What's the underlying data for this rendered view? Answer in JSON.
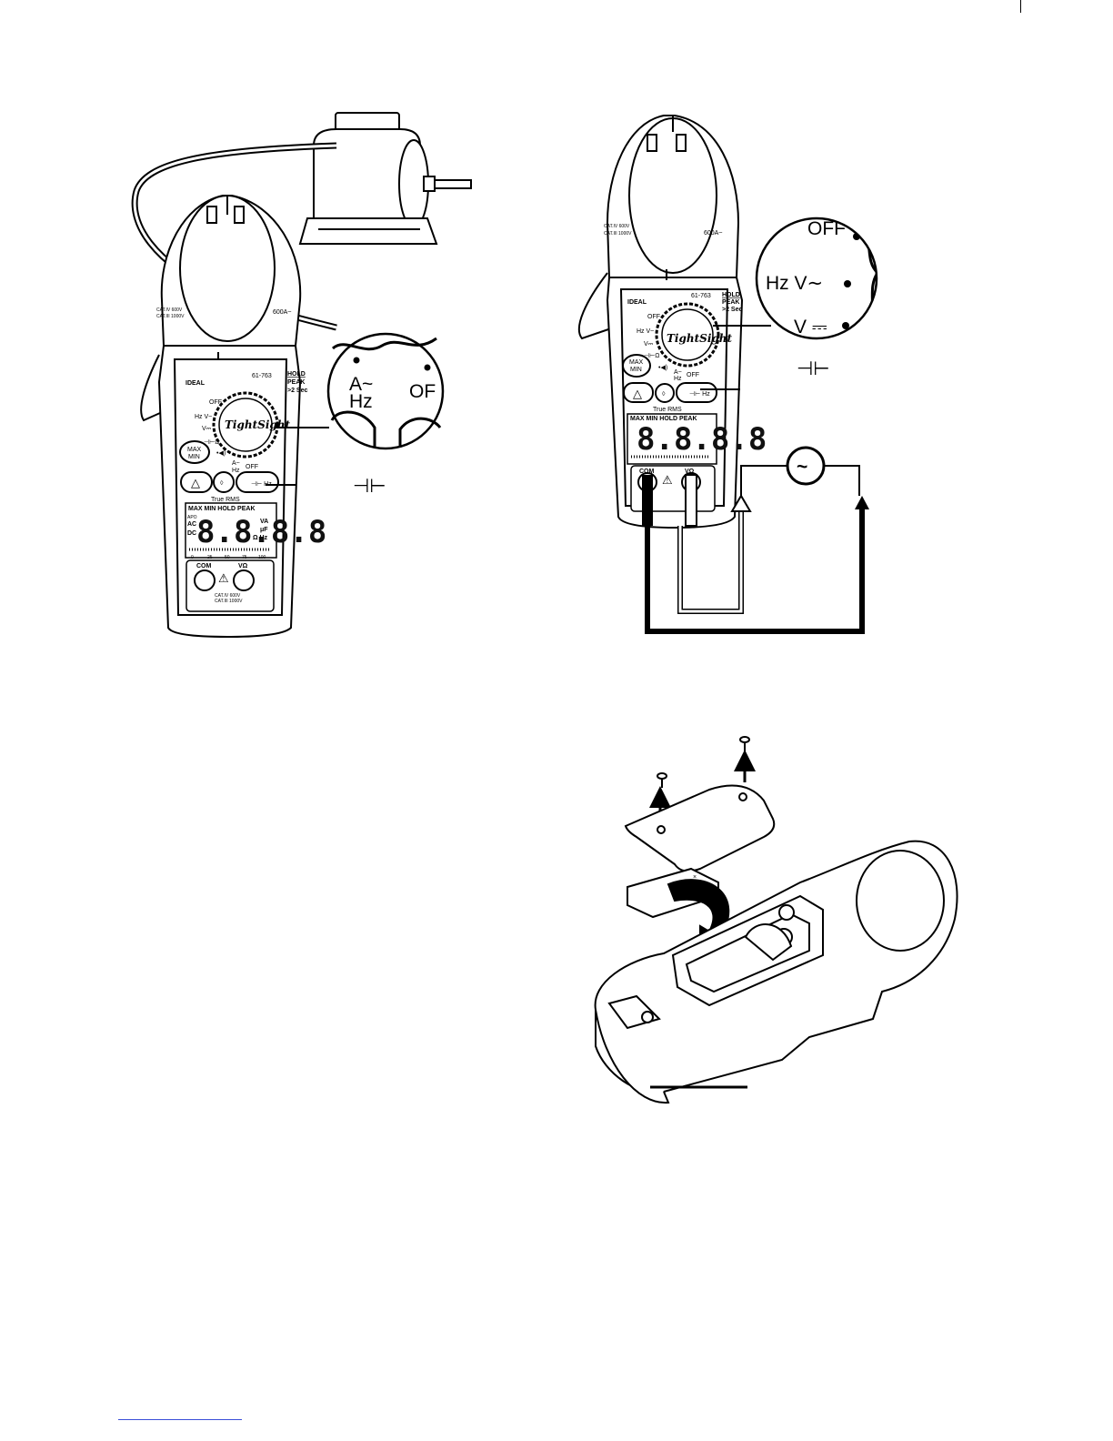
{
  "figure1": {
    "model": "61-763",
    "hold_peak": [
      "HOLD",
      "PEAK",
      ">2 Sec"
    ],
    "rotary_labels": [
      "OFF",
      "Hz V~",
      "V⎓",
      "⊣⊢Ω",
      "A~",
      "Hz",
      "OFF"
    ],
    "buttons": [
      "MAX",
      "MIN"
    ],
    "true_rms": "True RMS",
    "display_header": "MAX MIN HOLD PEAK",
    "lcd_text": "8.8.8.8",
    "mode_labels": [
      "APO",
      "AC",
      "DC"
    ],
    "unit_labels": [
      "VA",
      "μF",
      "Ω Hz"
    ],
    "bargraph_ticks": [
      "0",
      "25",
      "50",
      "75",
      "100"
    ],
    "jacks": [
      "COM",
      "VΩ"
    ],
    "cat_ratings": [
      "CAT.IV 600V",
      "CAT.III 1000V"
    ],
    "jaw_rating": "600A~",
    "dial_brand": "TightSight",
    "zoom_labels": [
      "A~",
      "Hz",
      "OF"
    ],
    "cap_symbol": "⊣⊢"
  },
  "figure2": {
    "model": "61-763",
    "hold_peak": [
      "HOLD",
      "PEAK",
      ">2 Sec"
    ],
    "jaw_rating": "600A~",
    "cat_ratings": [
      "CAT.IV 600V",
      "CAT.III 1000V"
    ],
    "rotary_labels": [
      "OFF",
      "Hz V~",
      "V⎓",
      "⊣⊢Ω",
      "A~",
      "Hz",
      "OFF"
    ],
    "buttons": [
      "MAX",
      "MIN"
    ],
    "true_rms": "True RMS",
    "display_header": "MAX MIN HOLD PEAK",
    "lcd_text": "8.8.8.8",
    "jacks": [
      "COM",
      "VΩ"
    ],
    "dial_brand": "TightSight",
    "zoom_labels": [
      "OFF",
      "Hz V∼",
      "V ⎓"
    ],
    "cap_symbol": "⊣⊢",
    "source_symbol": "~"
  }
}
